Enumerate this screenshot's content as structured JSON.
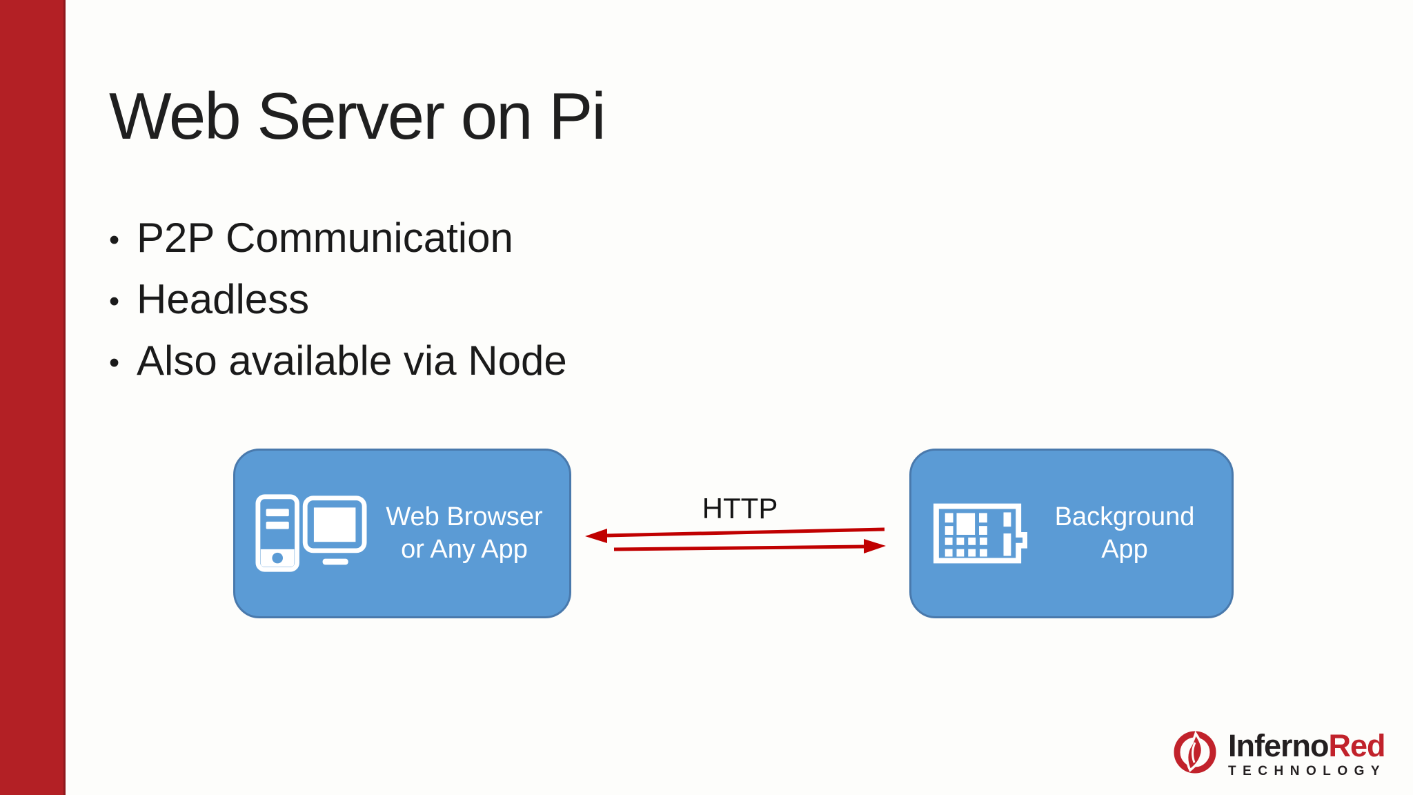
{
  "slide": {
    "title": "Web Server on Pi",
    "bullets": [
      "P2P Communication",
      "Headless",
      "Also available via Node"
    ]
  },
  "diagram": {
    "left_box": {
      "line1": "Web Browser",
      "line2": "or Any App",
      "icon": "desktop-computer-icon"
    },
    "right_box": {
      "line1": "Background",
      "line2": "App",
      "icon": "circuit-board-icon"
    },
    "connection": {
      "label": "HTTP",
      "direction": "bidirectional",
      "icon": "bidirectional-arrows-icon"
    }
  },
  "logo": {
    "name_dark": "Inferno",
    "name_red": "Red",
    "subtitle": "TECHNOLOGY",
    "icon": "flame-icon"
  },
  "colors": {
    "background": "#FDFDFB",
    "accent_bar": "#B32025",
    "accent_bar_edge": "#8E191D",
    "box_fill": "#5B9BD5",
    "box_border": "#4979AC",
    "box_ghost": "#8FB9E4",
    "box_text": "#FFFFFF",
    "arrow_red": "#C00000",
    "title_text": "#1F1F1F",
    "body_text": "#1A1A1A",
    "logo_red": "#C1222B",
    "logo_dark": "#231F20"
  }
}
